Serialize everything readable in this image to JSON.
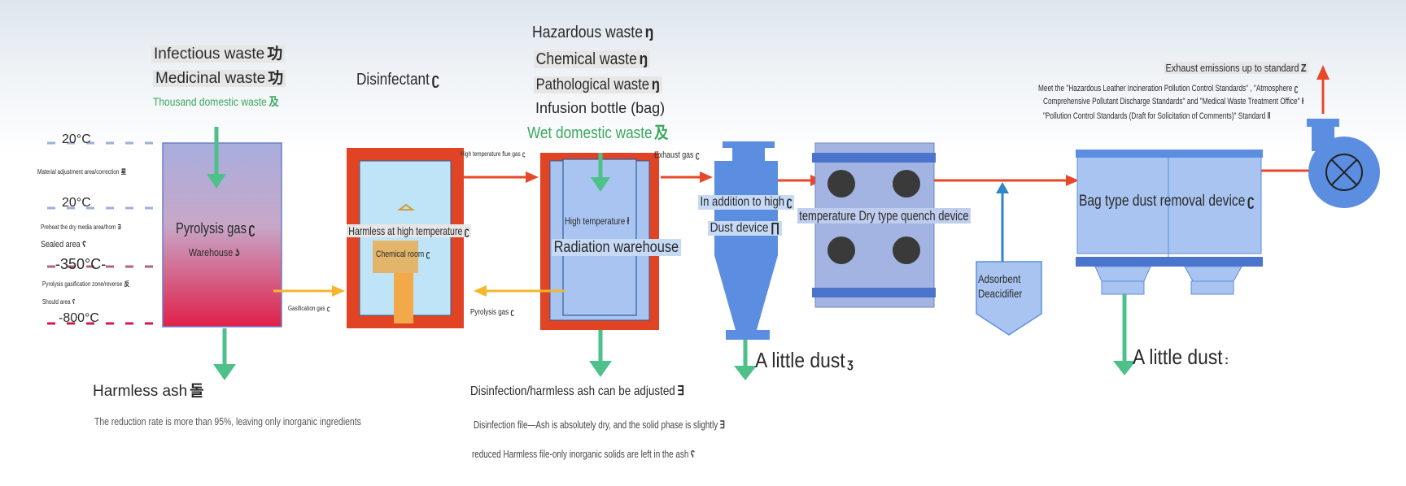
{
  "inputs_left": {
    "infectious": "Infectious waste",
    "medicinal": "Medicinal waste",
    "domestic": "Thousand domestic waste"
  },
  "furnace": {
    "temps": [
      "20°C",
      "20°C",
      "-350°C-",
      "-800°C"
    ],
    "zone_material": "Material adjustment area/correction",
    "zone_preheat": "Preheat the dry media area/from",
    "zone_sealed": "Sealed area",
    "zone_pyro": "Pyrolysis gasification zone/reverse",
    "zone_should": "Should area",
    "pyrolysis_gas": "Pyrolysis gas",
    "warehouse": "Warehouse",
    "gasification_gas": "Gasification gas"
  },
  "harmless_ash": {
    "title": "Harmless ash",
    "desc": "The reduction rate is more than 95%, leaving only inorganic ingredients"
  },
  "disinfection": {
    "disinfectant": "Disinfectant",
    "harmless_high_temp": "Harmless at high temperature",
    "chemical_room": "Chemical room"
  },
  "inputs_mid": {
    "hazardous": "Hazardous waste",
    "chemical": "Chemical waste",
    "pathological": "Pathological waste",
    "infusion": "Infusion bottle (bag)",
    "wet_domestic": "Wet domestic waste"
  },
  "radiation": {
    "high_temp_flue_gas": "High temperature flue gas",
    "high_temperature": "High temperature",
    "radiation_warehouse": "Radiation warehouse",
    "pyrolysis_gas": "Pyrolysis gas",
    "exhaust_gas": "Exhaust gas"
  },
  "disinfection_ash": {
    "title": "Disinfection/harmless ash can be adjusted",
    "line1": "Disinfection file—Ash is absolutely dry, and the solid phase is slightly",
    "line2": "reduced Harmless file-only inorganic solids are left in the ash"
  },
  "cyclone": {
    "label1": "In addition to high",
    "label2": "Dust device",
    "little_dust": "A little dust"
  },
  "quench": {
    "label": "temperature Dry type quench device"
  },
  "adsorbent": {
    "line1": "Adsorbent",
    "line2": "Deacidifier"
  },
  "bag_filter": {
    "label": "Bag type dust removal device",
    "little_dust": "A little dust"
  },
  "exhaust": {
    "title": "Exhaust emissions up to standard",
    "std1": "Meet the \"Hazardous Leather Incineration Pollution Control Standards\" , \"Atmosphere",
    "std2": "Comprehensive Pollutant Discharge Standards\" and \"Medical Waste Treatment Office\"",
    "std3": "\"Pollution Control Standards (Draft for Solicitation of Comments)\" Standard"
  },
  "colors": {
    "green_arrow": "#4ec08a",
    "red_arrow": "#e8482a",
    "yellow_arrow": "#f6b52c",
    "blue_body": "#5b8ee0",
    "light_blue": "#a9c4f0",
    "kiln_red": "#e04425",
    "blue_arrow": "#2f86c8"
  }
}
